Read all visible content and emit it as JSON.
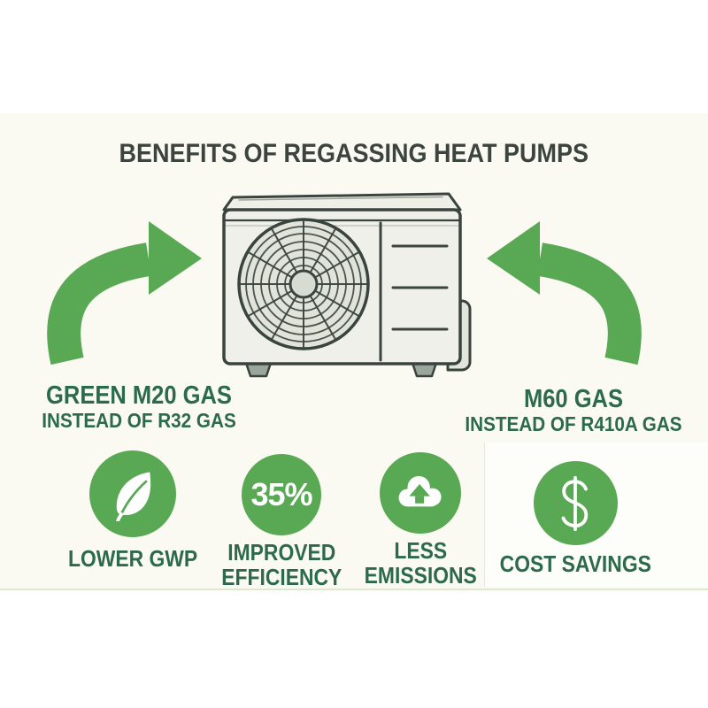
{
  "title": "BENEFITS OF REGASSING HEAT PUMPS",
  "colors": {
    "accent_green": "#58a854",
    "dark_green_text": "#2d6a4b",
    "title_charcoal": "#3c443f",
    "unit_outline": "#3a443e",
    "panel_background": "#fbfaf2"
  },
  "illustration": {
    "name": "heat-pump-outdoor-unit"
  },
  "left_callout": {
    "line1": "GREEN M20 GAS",
    "line2": "INSTEAD OF R32 GAS"
  },
  "right_callout": {
    "line1": "M60 GAS",
    "line2": "INSTEAD OF R410A GAS"
  },
  "benefits": [
    {
      "icon": "leaf-icon",
      "stat": "",
      "label1": "LOWER GWP",
      "label2": ""
    },
    {
      "icon": "percent-stat-badge",
      "stat": "35%",
      "label1": "IMPROVED",
      "label2": "EFFICIENCY"
    },
    {
      "icon": "cloud-arrow-up-icon",
      "stat": "",
      "label1": "LESS",
      "label2": "EMISSIONS"
    },
    {
      "icon": "dollar-icon",
      "stat": "",
      "label1": "COST SAVINGS",
      "label2": ""
    }
  ]
}
